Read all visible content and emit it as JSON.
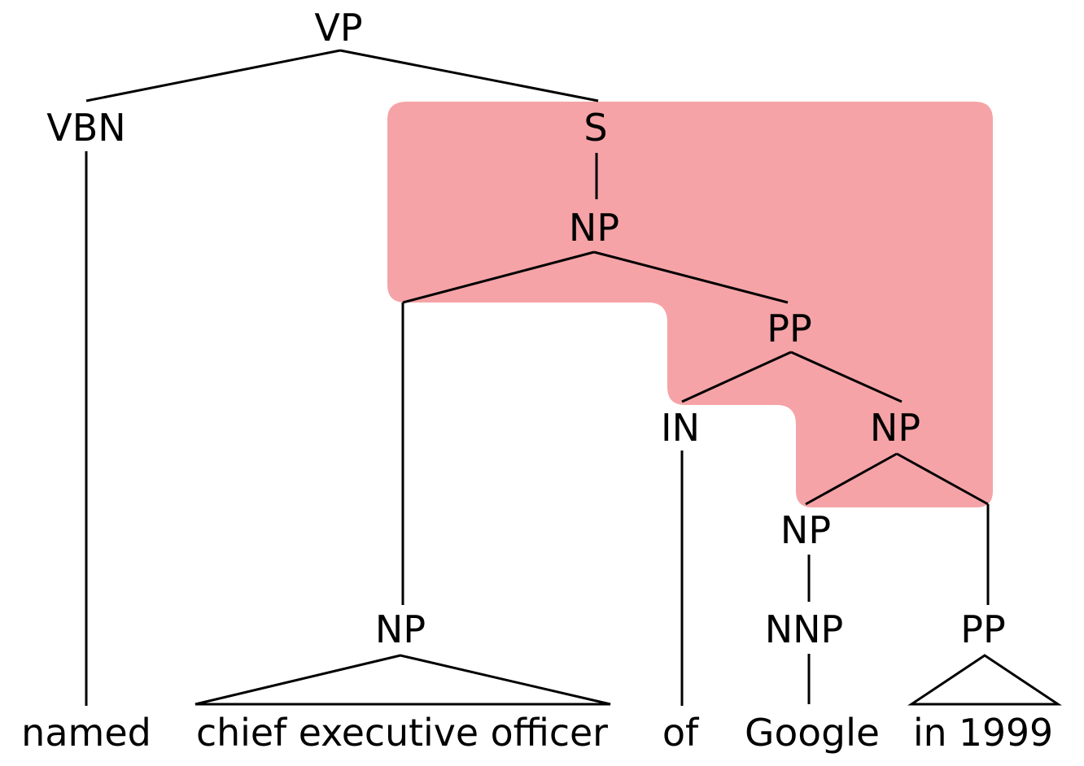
{
  "highlight_color": "#f5a3a7",
  "line_color": "#000000",
  "nodes": {
    "vp": "VP",
    "vbn": "VBN",
    "s": "S",
    "np_top": "NP",
    "pp_mid": "PP",
    "np_left": "NP",
    "in": "IN",
    "np_right": "NP",
    "np_inner": "NP",
    "nnp": "NNP",
    "pp_bottom": "PP"
  },
  "words": {
    "named": "named",
    "ceo": "chief executive officer",
    "of": "of",
    "google": "Google",
    "in1999": "in 1999"
  }
}
